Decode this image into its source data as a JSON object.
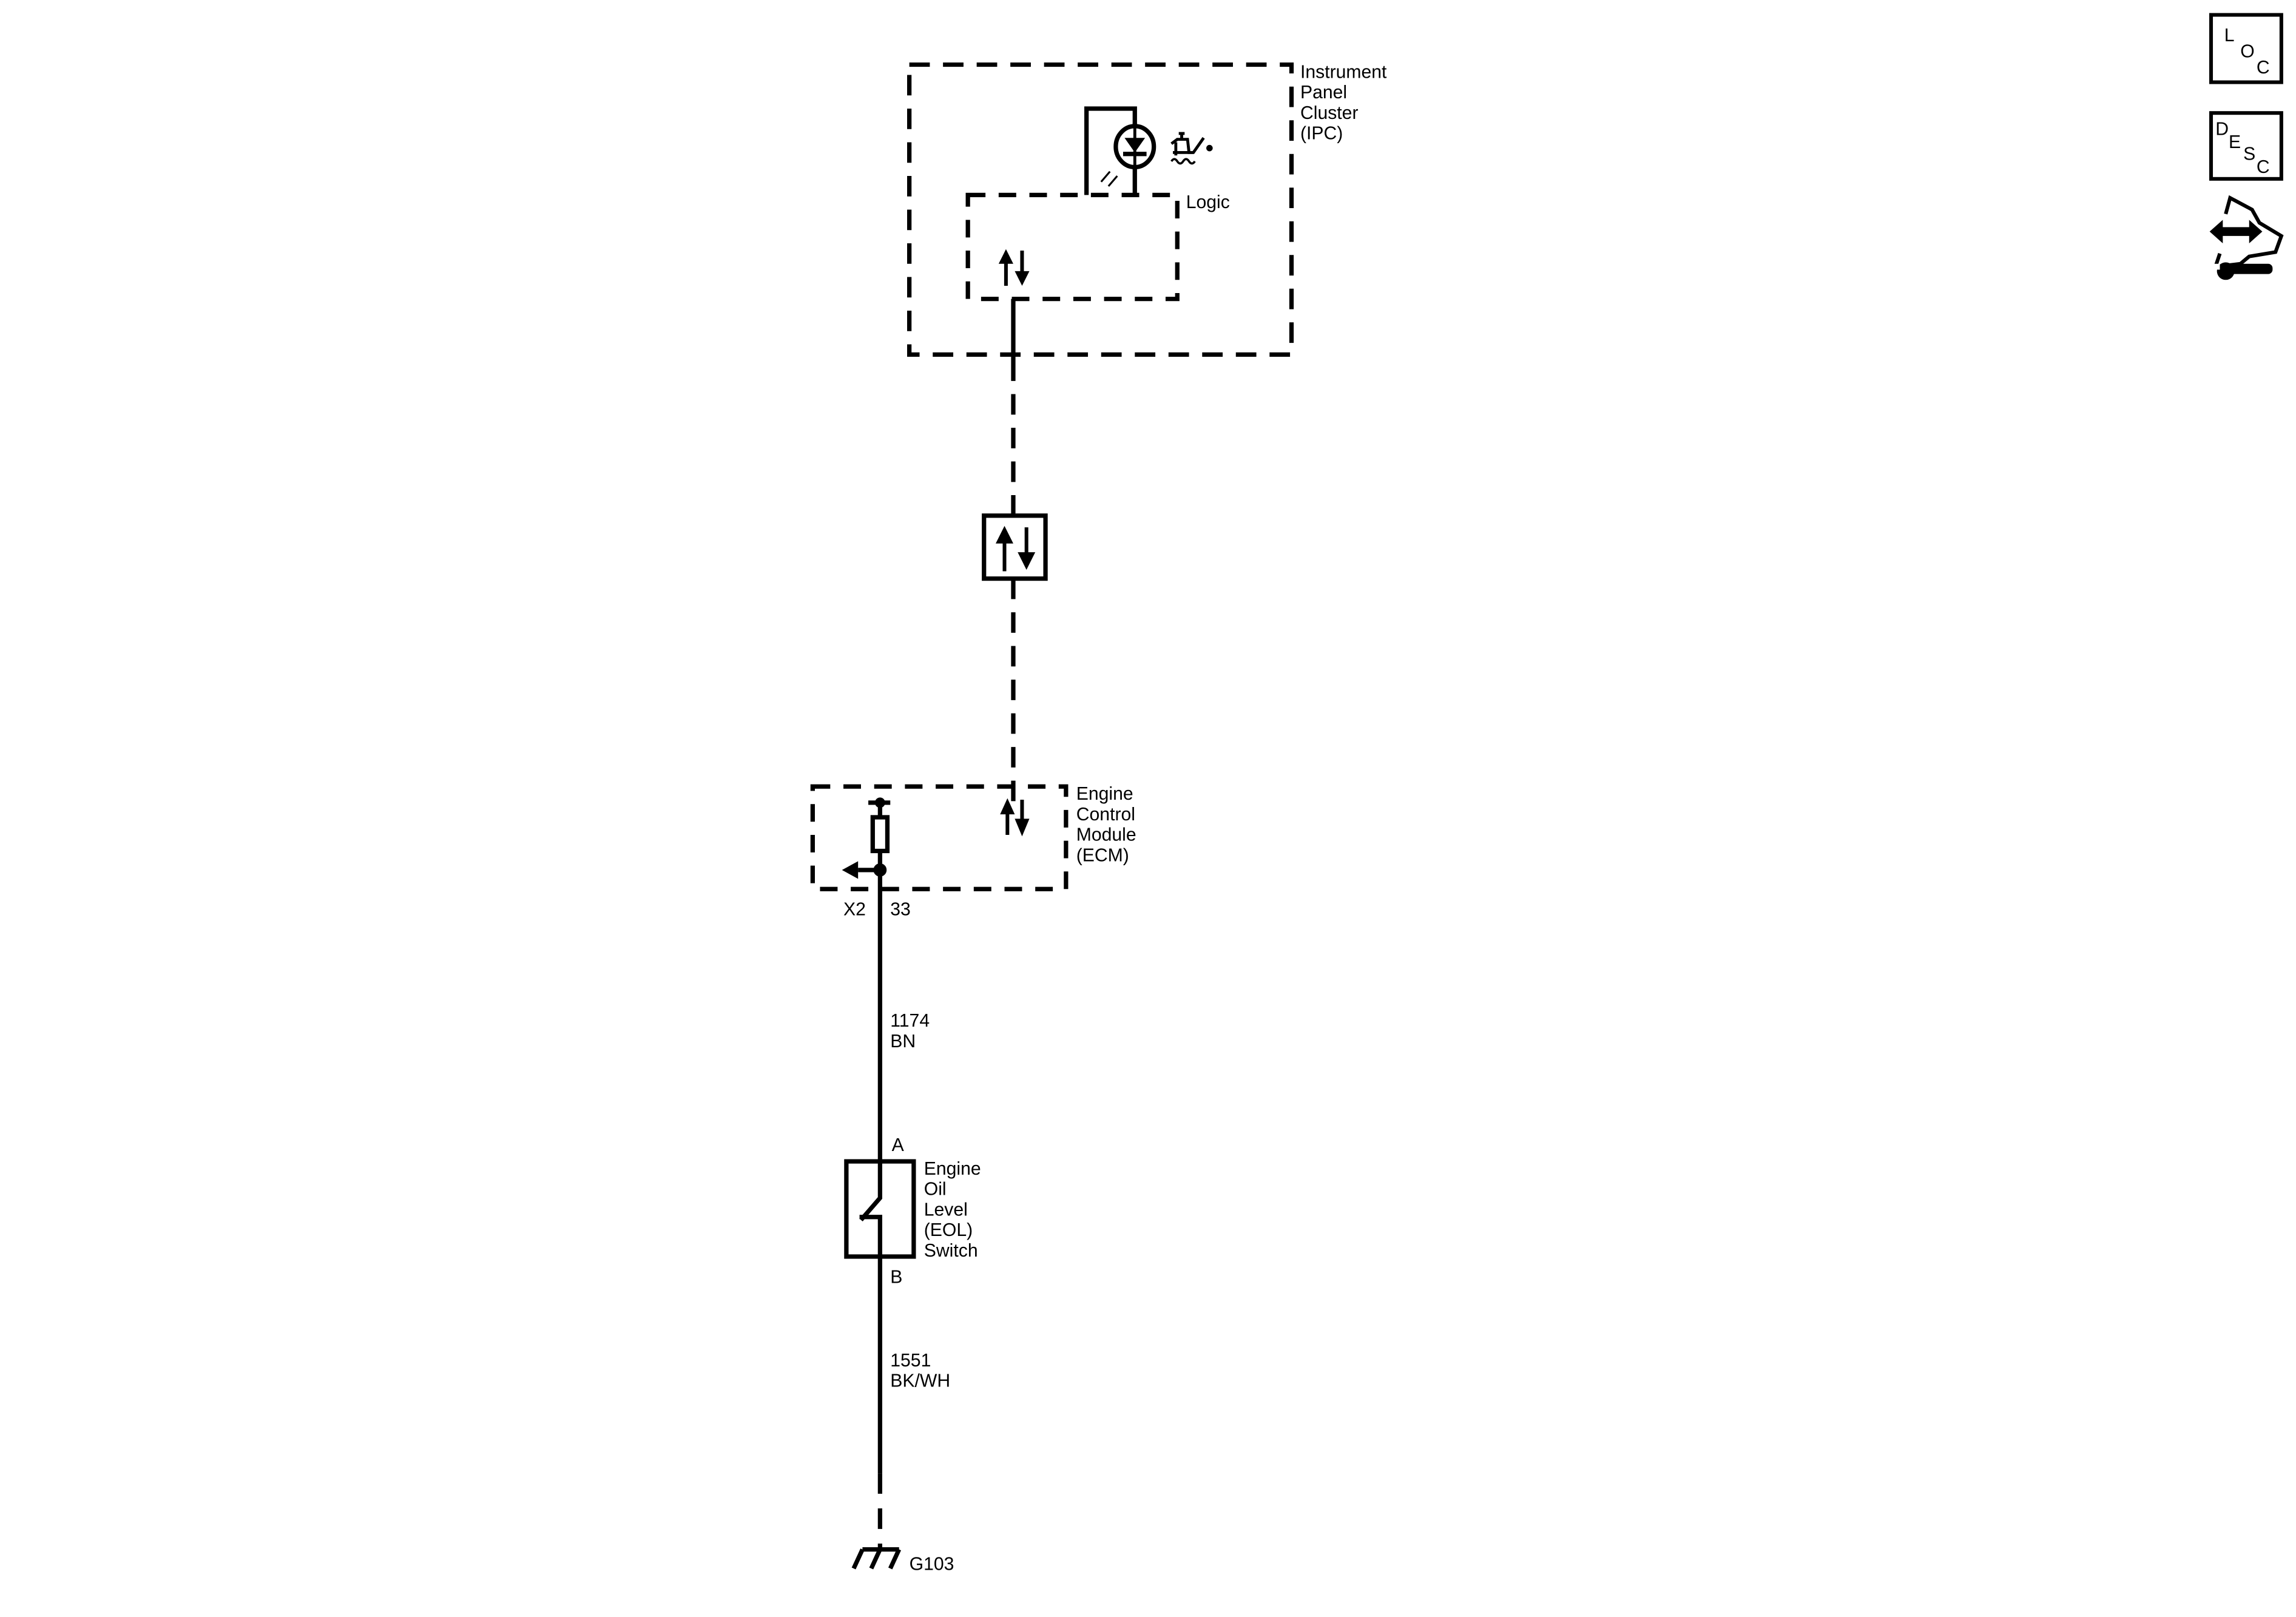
{
  "diagram": {
    "type": "wiring-schematic",
    "stroke_color": "#000000",
    "background": "#ffffff"
  },
  "components": {
    "ipc": {
      "label_lines": [
        "Instrument",
        "Panel",
        "Cluster",
        "(IPC)"
      ],
      "logic_label": "Logic",
      "indicator": "oil-can-warning-lamp"
    },
    "serial_data": {
      "symbol": "bidirectional-arrows"
    },
    "ecm": {
      "label_lines": [
        "Engine",
        "Control",
        "Module",
        "(ECM)"
      ],
      "connector": "X2",
      "pin": "33"
    },
    "eol_switch": {
      "label_lines": [
        "Engine",
        "Oil",
        "Level",
        "(EOL)",
        "Switch"
      ],
      "pin_top": "A",
      "pin_bottom": "B"
    },
    "ground": {
      "label": "G103"
    }
  },
  "wires": [
    {
      "circuit": "1174",
      "color": "BN"
    },
    {
      "circuit": "1551",
      "color": "BK/WH"
    }
  ],
  "side_icons": {
    "loc": [
      "L",
      "O",
      "C"
    ],
    "desc": [
      "D",
      "E",
      "S",
      "C"
    ],
    "connector_repair": "connector-repair-icon"
  }
}
